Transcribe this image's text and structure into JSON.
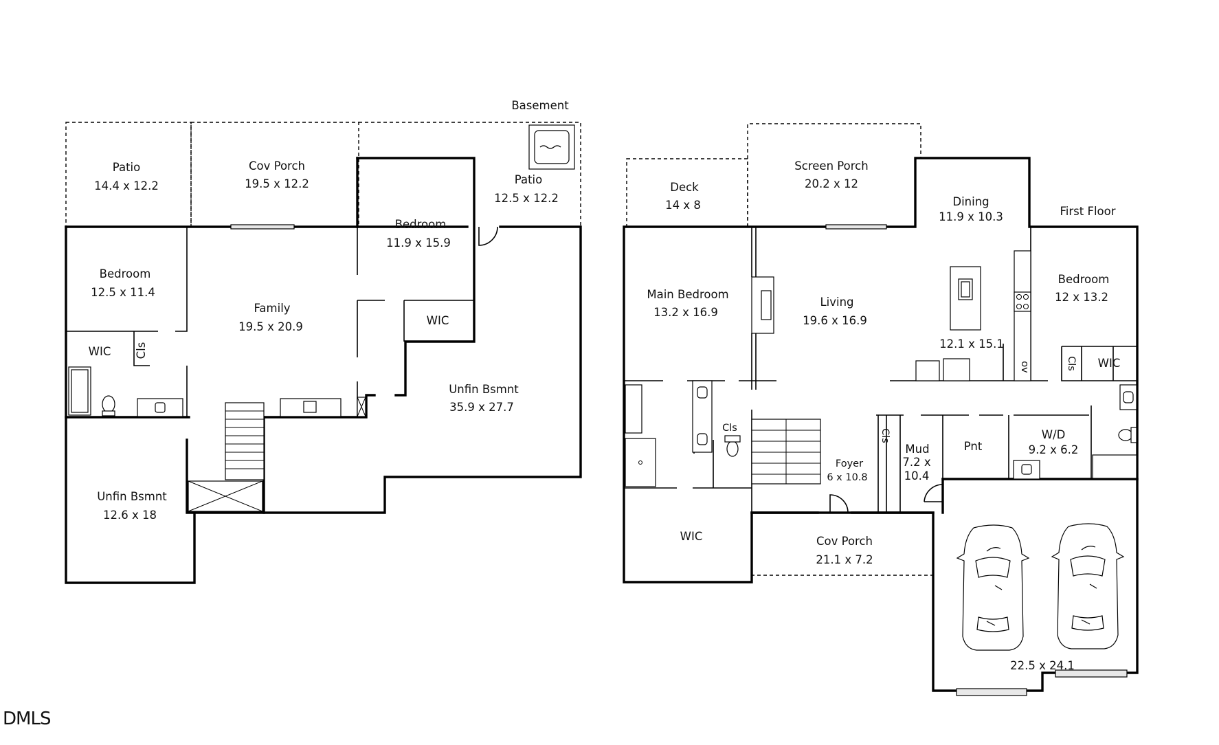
{
  "basement": {
    "title": "Basement",
    "rooms": {
      "patio_left": {
        "name": "Patio",
        "dims": "14.4 x 12.2"
      },
      "cov_porch": {
        "name": "Cov Porch",
        "dims": "19.5 x 12.2"
      },
      "patio_right": {
        "name": "Patio",
        "dims": "12.5 x 12.2"
      },
      "bedroom_left": {
        "name": "Bedroom",
        "dims": "12.5 x 11.4"
      },
      "family": {
        "name": "Family",
        "dims": "19.5 x 20.9"
      },
      "bedroom_mid": {
        "name": "Bedroom",
        "dims": "11.9 x 15.9"
      },
      "wic_left": {
        "name": "WIC"
      },
      "cls_left": {
        "name": "Cls"
      },
      "wic_mid": {
        "name": "WIC"
      },
      "unfin_right": {
        "name": "Unfin Bsmnt",
        "dims": "35.9 x 27.7"
      },
      "unfin_left": {
        "name": "Unfin Bsmnt",
        "dims": "12.6 x 18"
      }
    }
  },
  "first_floor": {
    "title": "First Floor",
    "rooms": {
      "deck": {
        "name": "Deck",
        "dims": "14 x 8"
      },
      "screen_porch": {
        "name": "Screen Porch",
        "dims": "20.2 x 12"
      },
      "dining": {
        "name": "Dining",
        "dims": "11.9 x 10.3"
      },
      "main_bedroom": {
        "name": "Main Bedroom",
        "dims": "13.2 x 16.9"
      },
      "living": {
        "name": "Living",
        "dims": "19.6 x 16.9"
      },
      "kitchen": {
        "dims": "12.1 x 15.1"
      },
      "bedroom": {
        "name": "Bedroom",
        "dims": "12 x 13.2"
      },
      "ov": {
        "name": "ov"
      },
      "cls_bed": {
        "name": "Cls"
      },
      "wic_bed": {
        "name": "WIC"
      },
      "cls_bath": {
        "name": "Cls"
      },
      "cls_foyer": {
        "name": "Cls"
      },
      "foyer": {
        "name": "Foyer",
        "dims": "6 x 10.8"
      },
      "mud": {
        "name": "Mud",
        "dims_line1": "7.2 x",
        "dims_line2": "10.4"
      },
      "pnt": {
        "name": "Pnt"
      },
      "wd": {
        "name": "W/D",
        "dims": "9.2 x 6.2"
      },
      "wic_main": {
        "name": "WIC"
      },
      "cov_porch": {
        "name": "Cov Porch",
        "dims": "21.1 x 7.2"
      },
      "garage": {
        "dims": "22.5 x 24.1"
      }
    }
  },
  "watermark": "DMLS"
}
